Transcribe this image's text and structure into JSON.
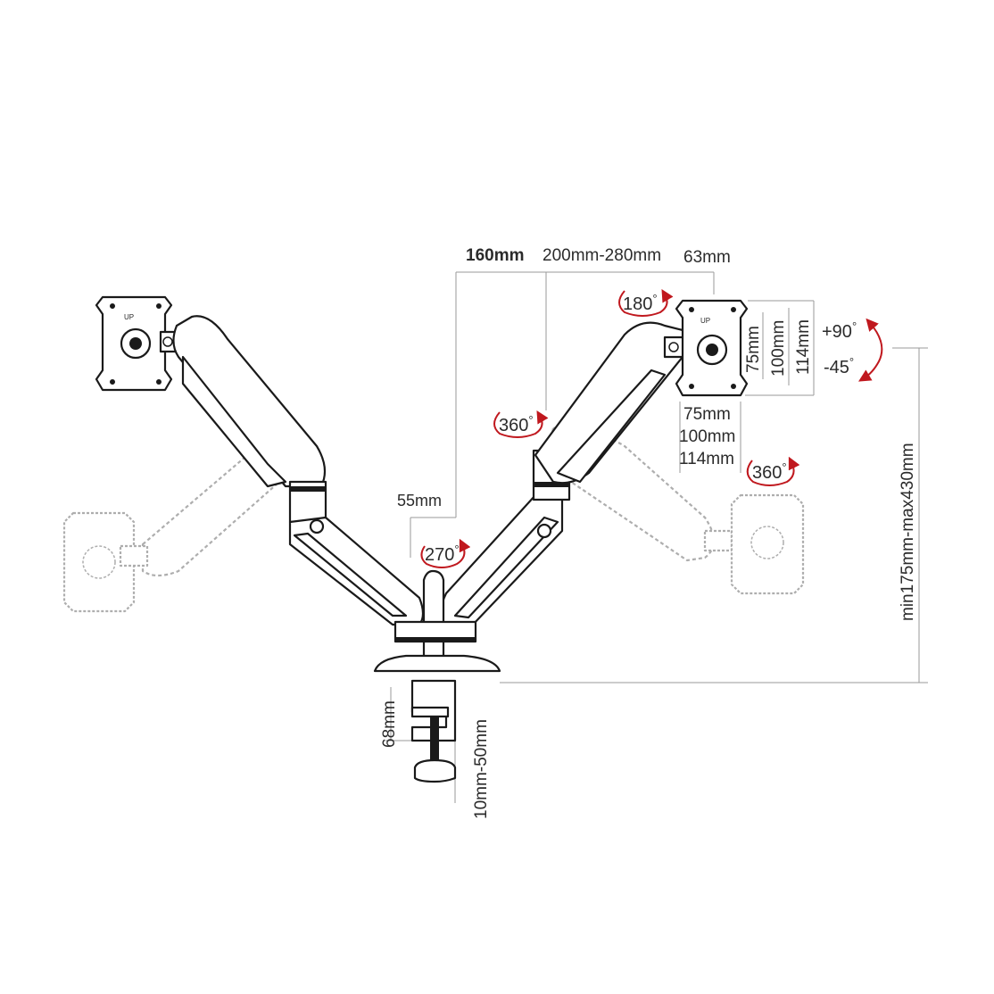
{
  "dimensions": {
    "arm_top_reach": "160mm",
    "arm_reach_range": "200mm-280mm",
    "head_depth": "63mm",
    "pole_offset": "55mm",
    "vesa_75_vertical": "75mm",
    "vesa_100_vertical": "100mm",
    "vesa_114_vertical": "114mm",
    "vesa_75_horizontal": "75mm",
    "vesa_100_horizontal": "100mm",
    "vesa_114_horizontal": "114mm",
    "height_range": "min175mm-max430mm",
    "clamp_height": "68mm",
    "clamp_range": "10mm-50mm"
  },
  "rotations": {
    "base_swivel": "270",
    "arm_swivel": "360",
    "head_swivel": "180",
    "screen_rotation": "360",
    "tilt_up": "+90",
    "tilt_down": "-45",
    "degree_symbol": "°"
  },
  "colors": {
    "ink": "#1a1a1a",
    "rotation_arrow": "#c0181e",
    "dimension_line": "#9a9a9a"
  }
}
